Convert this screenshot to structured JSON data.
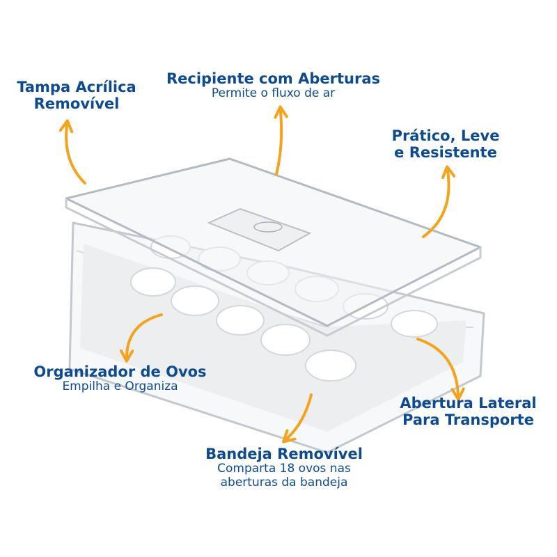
{
  "colors": {
    "text": "#0d4a8f",
    "arrow": "#f4a31d",
    "outline": "#b9c0c6",
    "tray": "#e6e9ec"
  },
  "callouts": {
    "lid": {
      "title_line1": "Tampa Acrílica",
      "title_line2": "Removível"
    },
    "vents": {
      "title": "Recipiente com Aberturas",
      "subtitle": "Permite o fluxo de ar"
    },
    "light": {
      "title_line1": "Prático, Leve",
      "title_line2": "e Resistente"
    },
    "organizer": {
      "title": "Organizador de Ovos",
      "subtitle": "Empilha e Organiza"
    },
    "handle": {
      "title_line1": "Abertura Lateral",
      "title_line2": "Para Transporte"
    },
    "tray": {
      "title": "Bandeja Removível",
      "subtitle_line1": "Comparta 18 ovos nas",
      "subtitle_line2": "aberturas da bandeja"
    }
  }
}
